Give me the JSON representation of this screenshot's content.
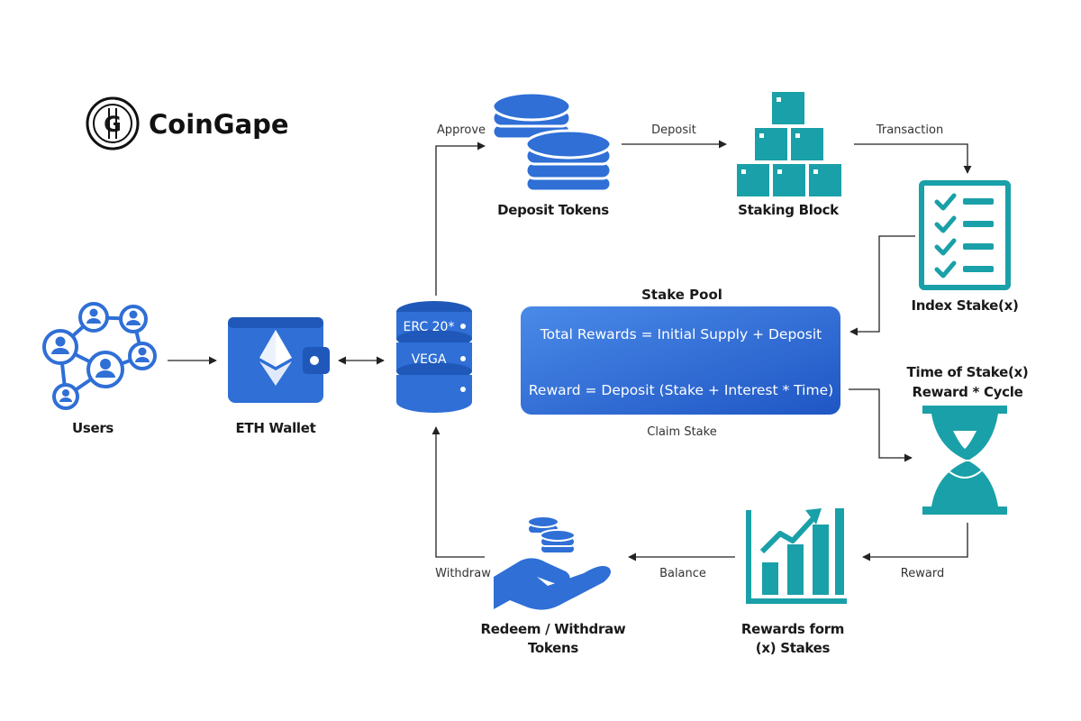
{
  "brand": {
    "name": "CoinGape",
    "logo_letter": "G"
  },
  "colors": {
    "blue": "#2f6fd6",
    "blue_dark": "#1f58b8",
    "teal": "#1aa0a8",
    "teal_dark": "#0f8088",
    "pool_from": "#4a8ae8",
    "pool_to": "#1f56c4"
  },
  "nodes": {
    "users": "Users",
    "eth_wallet": "ETH Wallet",
    "database": {
      "line1": "ERC 20*",
      "line2": "VEGA"
    },
    "deposit_tokens": "Deposit Tokens",
    "staking_block": "Staking Block",
    "index_stake": "Index Stake(x)",
    "stake_pool": {
      "title": "Stake Pool",
      "line1": "Total Rewards = Initial Supply + Deposit",
      "line2": "Reward = Deposit (Stake + Interest * Time)"
    },
    "time_of_stake": {
      "line1": "Time of Stake(x)",
      "line2": "Reward * Cycle"
    },
    "rewards_form": {
      "line1": "Rewards form",
      "line2": "(x) Stakes"
    },
    "redeem": {
      "line1": "Redeem / Withdraw",
      "line2": "Tokens"
    }
  },
  "edges": {
    "approve": "Approve",
    "deposit": "Deposit",
    "transaction": "Transaction",
    "claim_stake": "Claim Stake",
    "reward": "Reward",
    "balance": "Balance",
    "withdraw": "Withdraw"
  },
  "icons": {
    "users": "users-network-icon",
    "wallet": "ethereum-wallet-icon",
    "database": "database-icon",
    "coins": "coin-stack-icon",
    "blocks": "stacked-blocks-icon",
    "checklist": "checklist-icon",
    "hourglass": "hourglass-icon",
    "chart": "growth-chart-icon",
    "hand": "hand-coins-icon"
  }
}
